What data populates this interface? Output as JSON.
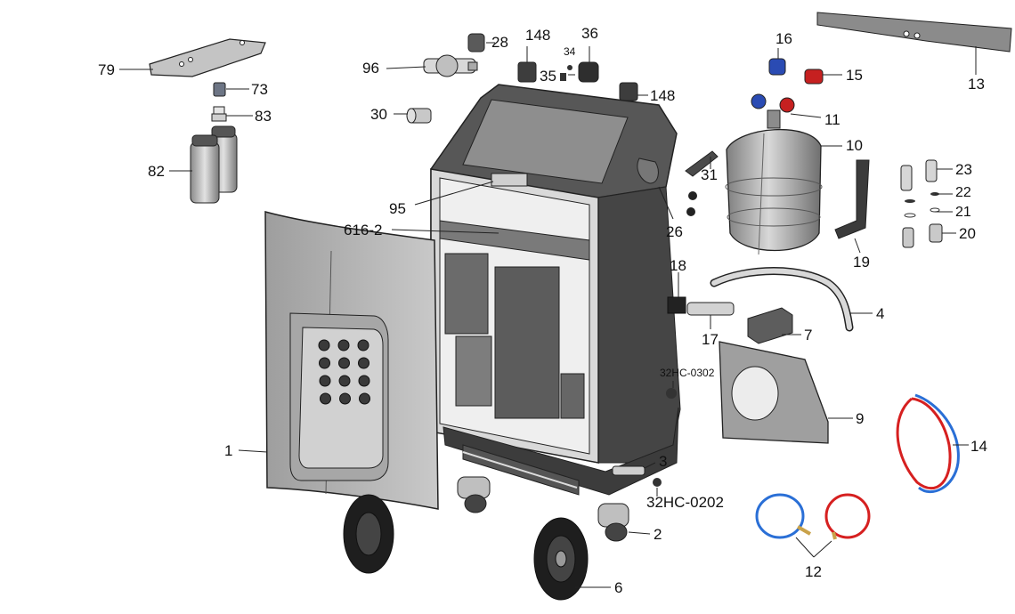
{
  "labels": {
    "l79": "79",
    "l73": "73",
    "l83": "83",
    "l82": "82",
    "l96": "96",
    "l30": "30",
    "l28": "28",
    "l148a": "148",
    "l34": "34",
    "l35": "35",
    "l36": "36",
    "l148b": "148",
    "l16": "16",
    "l15": "15",
    "l13": "13",
    "l11": "11",
    "l10": "10",
    "l31": "31",
    "l26": "26",
    "l95": "95",
    "l616": "616-2",
    "l23": "23",
    "l22": "22",
    "l21": "21",
    "l20": "20",
    "l19": "19",
    "l18": "18",
    "l17": "17",
    "l4": "4",
    "l7": "7",
    "l32hc0302": "32HC-0302",
    "l9": "9",
    "l14": "14",
    "l1": "1",
    "l3": "3",
    "l32hc0202": "32HC-0202",
    "l2": "2",
    "l6": "6",
    "l12": "12"
  },
  "colors": {
    "line": "#222222",
    "steel": "#4a4a4a",
    "steel_light": "#9a9a9a",
    "panel": "#b8b8b8",
    "panel_dark": "#8c8c8c",
    "hose_red": "#d62020",
    "hose_blue": "#2a6fd6",
    "tank": "#bdbdbd"
  }
}
